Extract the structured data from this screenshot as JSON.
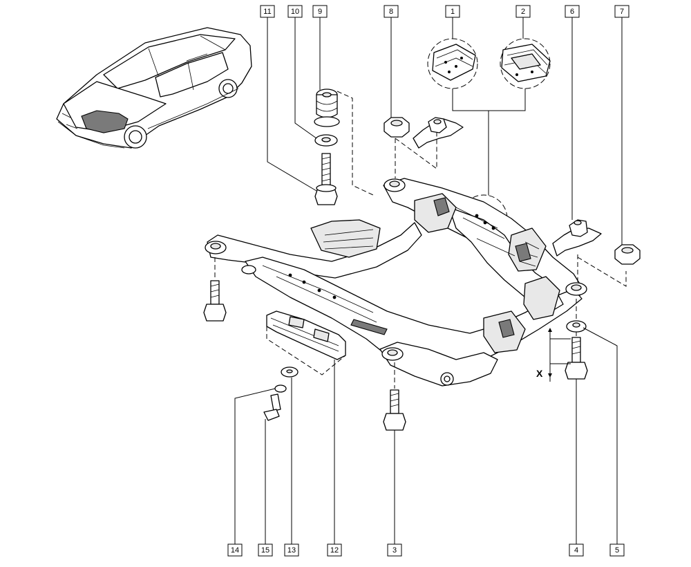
{
  "diagram": {
    "callouts": [
      {
        "id": "c1",
        "label": "1"
      },
      {
        "id": "c2",
        "label": "2"
      },
      {
        "id": "c3",
        "label": "3"
      },
      {
        "id": "c4",
        "label": "4"
      },
      {
        "id": "c5",
        "label": "5"
      },
      {
        "id": "c6",
        "label": "6"
      },
      {
        "id": "c7",
        "label": "7"
      },
      {
        "id": "c8",
        "label": "8"
      },
      {
        "id": "c9",
        "label": "9"
      },
      {
        "id": "c10",
        "label": "10"
      },
      {
        "id": "c11",
        "label": "11"
      },
      {
        "id": "c12",
        "label": "12"
      },
      {
        "id": "c13",
        "label": "13"
      },
      {
        "id": "c14",
        "label": "14"
      },
      {
        "id": "c15",
        "label": "15"
      }
    ],
    "dimension_label": "X"
  }
}
